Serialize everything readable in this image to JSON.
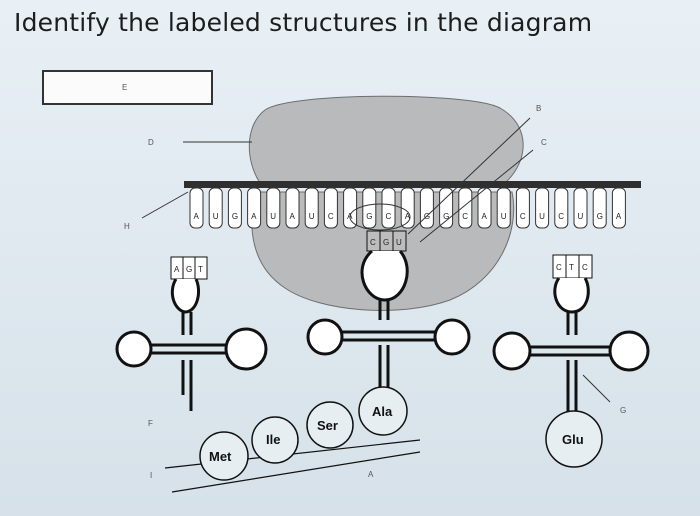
{
  "title": "Identify the labeled structures in the diagram",
  "labels": {
    "A": "A",
    "B": "B",
    "C": "C",
    "D": "D",
    "E": "E",
    "F": "F",
    "G": "G",
    "H": "H",
    "I": "I"
  },
  "mrna_bases": [
    "A",
    "U",
    "G",
    "A",
    "U",
    "A",
    "U",
    "C",
    "A",
    "G",
    "C",
    "A",
    "G",
    "G",
    "C",
    "A",
    "U",
    "C",
    "U",
    "C",
    "U",
    "G",
    "A"
  ],
  "anticodons": {
    "left": [
      "A",
      "G",
      "T"
    ],
    "middle": [
      "C",
      "G",
      "U"
    ],
    "right": [
      "C",
      "T",
      "C"
    ]
  },
  "amino_acids": {
    "met": "Met",
    "ile": "Ile",
    "ser": "Ser",
    "ala": "Ala",
    "glu": "Glu"
  },
  "colors": {
    "ribosome": "#b7b9bb",
    "strand": "#2f2f2f",
    "background": "#e3ecf1"
  }
}
